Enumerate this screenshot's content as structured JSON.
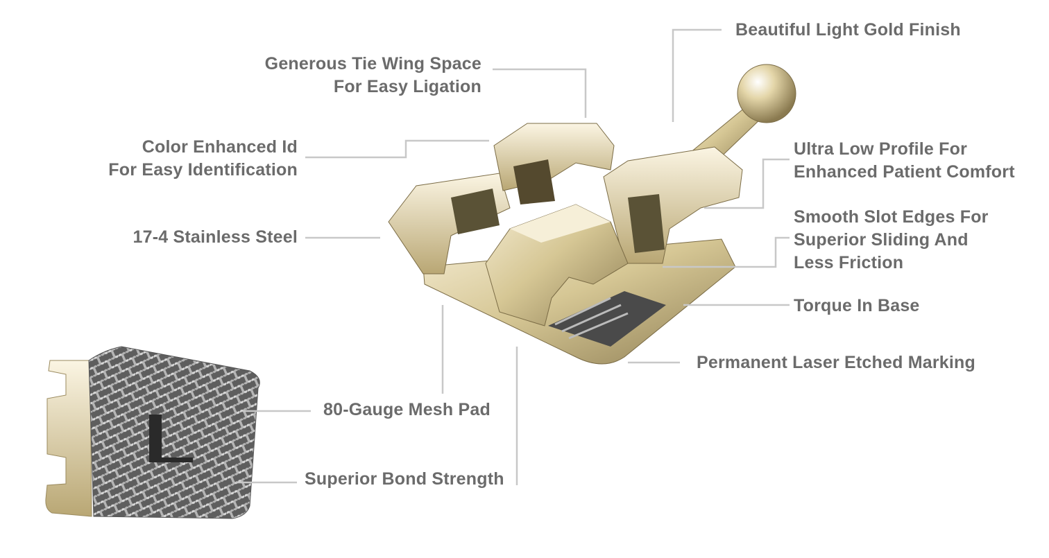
{
  "labels": {
    "gold_finish": "Beautiful Light Gold Finish",
    "tie_wing_1": "Generous Tie Wing Space",
    "tie_wing_2": "For Easy Ligation",
    "color_id_1": "Color Enhanced Id",
    "color_id_2": "For Easy Identification",
    "steel": "17-4 Stainless Steel",
    "low_profile_1": "Ultra Low Profile For",
    "low_profile_2": "Enhanced Patient Comfort",
    "slot_1": "Smooth Slot Edges For",
    "slot_2": "Superior Sliding And",
    "slot_3": "Less Friction",
    "torque": "Torque In Base",
    "laser": "Permanent Laser Etched Marking",
    "mesh": "80-Gauge Mesh Pad",
    "bond": "Superior Bond Strength"
  },
  "colors": {
    "text": "#6b6b6b",
    "leader_line": "#c8c8c8",
    "gold": "#d9c99a",
    "mesh": "#8a8a8a"
  }
}
